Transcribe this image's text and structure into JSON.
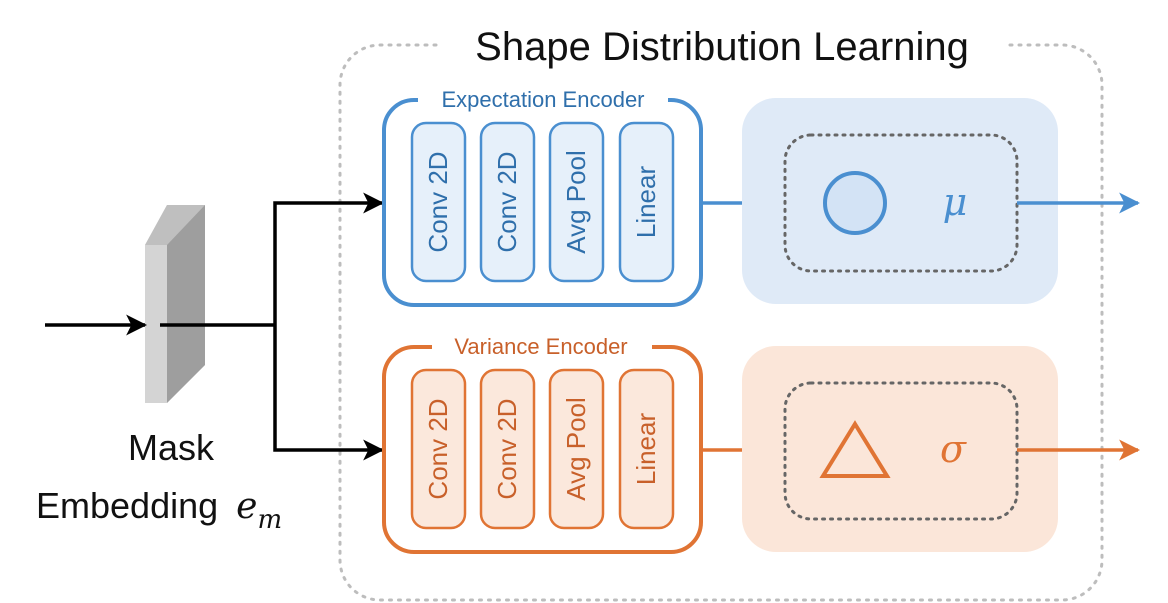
{
  "title": "Shape Distribution Learning",
  "input": {
    "caption_line1": "Mask",
    "caption_line2": "Embedding",
    "symbol": "e",
    "symbol_sub": "m"
  },
  "encoders": [
    {
      "id": "expectation",
      "label": "Expectation Encoder",
      "layers": [
        "Conv 2D",
        "Conv 2D",
        "Avg Pool",
        "Linear"
      ],
      "output_symbol": "μ",
      "shape": "circle",
      "colors": {
        "stroke": "#4a8fd0",
        "label": "#2f6fab",
        "layer_fill": "#e6f0fa",
        "panel": "#dfeaf7",
        "shape_fill": "#d3e3f5"
      }
    },
    {
      "id": "variance",
      "label": "Variance Encoder",
      "layers": [
        "Conv 2D",
        "Conv 2D",
        "Avg Pool",
        "Linear"
      ],
      "output_symbol": "σ",
      "shape": "triangle",
      "colors": {
        "stroke": "#e07434",
        "label": "#c8602a",
        "layer_fill": "#fbe8dc",
        "panel": "#fbe6d9",
        "shape_fill": "#fbe6d9"
      }
    }
  ]
}
